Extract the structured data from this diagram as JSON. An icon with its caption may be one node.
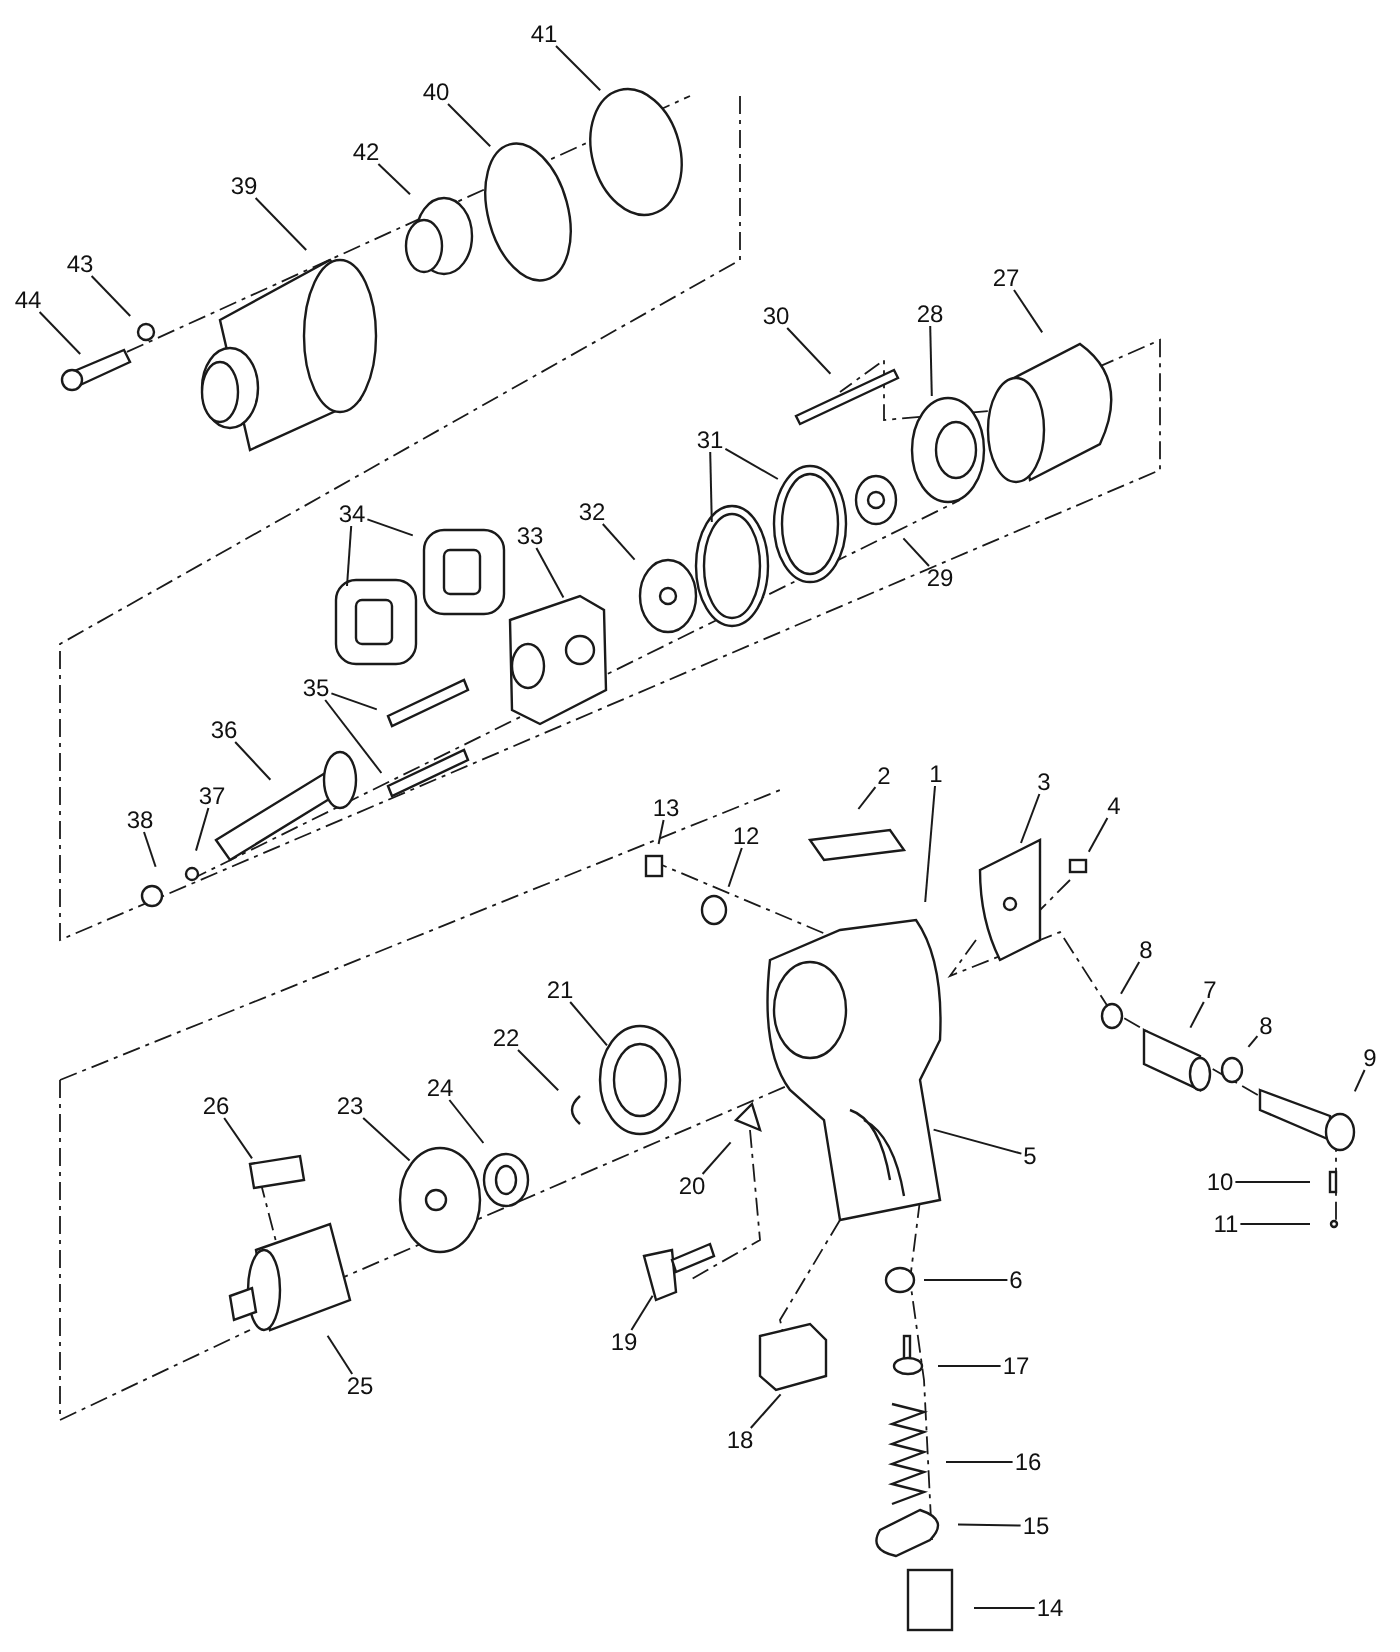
{
  "diagram": {
    "nodes": [
      {
        "text": [
          "1"
        ]
      },
      {
        "text": [
          "2"
        ]
      },
      {
        "text": [
          "3"
        ]
      },
      {
        "text": [
          "4"
        ]
      },
      {
        "text": [
          "5"
        ]
      },
      {
        "text": [
          "6"
        ]
      },
      {
        "text": [
          "7"
        ]
      },
      {
        "text": [
          "8"
        ]
      },
      {
        "text": [
          "8"
        ]
      },
      {
        "text": [
          "9"
        ]
      },
      {
        "text": [
          "10"
        ]
      },
      {
        "text": [
          "11"
        ]
      },
      {
        "text": [
          "12"
        ]
      },
      {
        "text": [
          "13"
        ]
      },
      {
        "text": [
          "14"
        ]
      },
      {
        "text": [
          "15"
        ]
      },
      {
        "text": [
          "16"
        ]
      },
      {
        "text": [
          "17"
        ]
      },
      {
        "text": [
          "18"
        ]
      },
      {
        "text": [
          "19"
        ]
      },
      {
        "text": [
          "20"
        ]
      },
      {
        "text": [
          "21"
        ]
      },
      {
        "text": [
          "22"
        ]
      },
      {
        "text": [
          "23"
        ]
      },
      {
        "text": [
          "24"
        ]
      },
      {
        "text": [
          "25"
        ]
      },
      {
        "text": [
          "26"
        ]
      },
      {
        "text": [
          "27"
        ]
      },
      {
        "text": [
          "28"
        ]
      },
      {
        "text": [
          "29"
        ]
      },
      {
        "text": [
          "30"
        ]
      },
      {
        "text": [
          "31"
        ]
      },
      {
        "text": [
          "32"
        ]
      },
      {
        "text": [
          "33"
        ]
      },
      {
        "text": [
          "34"
        ]
      },
      {
        "text": [
          "35"
        ]
      },
      {
        "text": [
          "36"
        ]
      },
      {
        "text": [
          "37"
        ]
      },
      {
        "text": [
          "38"
        ]
      },
      {
        "text": [
          "39"
        ]
      },
      {
        "text": [
          "40"
        ]
      },
      {
        "text": [
          "41"
        ]
      },
      {
        "text": [
          "42"
        ]
      },
      {
        "text": [
          "43"
        ]
      },
      {
        "text": [
          "44"
        ]
      }
    ],
    "edges": [
      {
        "from": 0,
        "to": null,
        "arrow": "none"
      },
      {
        "from": 1,
        "to": null,
        "arrow": "none"
      },
      {
        "from": 2,
        "to": null,
        "arrow": "none"
      },
      {
        "from": 3,
        "to": null,
        "arrow": "none"
      },
      {
        "from": 4,
        "to": null,
        "arrow": "none"
      },
      {
        "from": 5,
        "to": null,
        "arrow": "none"
      },
      {
        "from": 6,
        "to": null,
        "arrow": "none"
      },
      {
        "from": 7,
        "to": null,
        "arrow": "none"
      },
      {
        "from": 8,
        "to": null,
        "arrow": "none"
      },
      {
        "from": 9,
        "to": null,
        "arrow": "none"
      },
      {
        "from": 10,
        "to": null,
        "arrow": "none"
      },
      {
        "from": 11,
        "to": null,
        "arrow": "none"
      },
      {
        "from": 12,
        "to": null,
        "arrow": "none"
      },
      {
        "from": 13,
        "to": null,
        "arrow": "none"
      },
      {
        "from": 14,
        "to": null,
        "arrow": "none"
      },
      {
        "from": 15,
        "to": null,
        "arrow": "none"
      },
      {
        "from": 16,
        "to": null,
        "arrow": "none"
      },
      {
        "from": 17,
        "to": null,
        "arrow": "none"
      },
      {
        "from": 18,
        "to": null,
        "arrow": "none"
      },
      {
        "from": 19,
        "to": null,
        "arrow": "none"
      },
      {
        "from": 20,
        "to": null,
        "arrow": "none"
      },
      {
        "from": 21,
        "to": null,
        "arrow": "none"
      },
      {
        "from": 22,
        "to": null,
        "arrow": "none"
      },
      {
        "from": 23,
        "to": null,
        "arrow": "none"
      },
      {
        "from": 24,
        "to": null,
        "arrow": "none"
      },
      {
        "from": 25,
        "to": null,
        "arrow": "none"
      },
      {
        "from": 26,
        "to": null,
        "arrow": "none"
      },
      {
        "from": 27,
        "to": null,
        "arrow": "none"
      },
      {
        "from": 28,
        "to": null,
        "arrow": "none"
      },
      {
        "from": 29,
        "to": null,
        "arrow": "none"
      },
      {
        "from": 30,
        "to": null,
        "arrow": "none"
      },
      {
        "from": 31,
        "to": null,
        "arrow": "none"
      },
      {
        "from": 31,
        "to": null,
        "arrow": "none"
      },
      {
        "from": 32,
        "to": null,
        "arrow": "none"
      },
      {
        "from": 33,
        "to": null,
        "arrow": "none"
      },
      {
        "from": 34,
        "to": null,
        "arrow": "none"
      },
      {
        "from": 34,
        "to": null,
        "arrow": "none"
      },
      {
        "from": 35,
        "to": null,
        "arrow": "none"
      },
      {
        "from": 35,
        "to": null,
        "arrow": "none"
      },
      {
        "from": 36,
        "to": null,
        "arrow": "none"
      },
      {
        "from": 37,
        "to": null,
        "arrow": "none"
      },
      {
        "from": 38,
        "to": null,
        "arrow": "none"
      },
      {
        "from": 39,
        "to": null,
        "arrow": "none"
      },
      {
        "from": 40,
        "to": null,
        "arrow": "none"
      },
      {
        "from": 41,
        "to": null,
        "arrow": "none"
      },
      {
        "from": 42,
        "to": null,
        "arrow": "none"
      },
      {
        "from": 43,
        "to": null,
        "arrow": "none"
      },
      {
        "from": 44,
        "to": null,
        "arrow": "none"
      }
    ]
  }
}
